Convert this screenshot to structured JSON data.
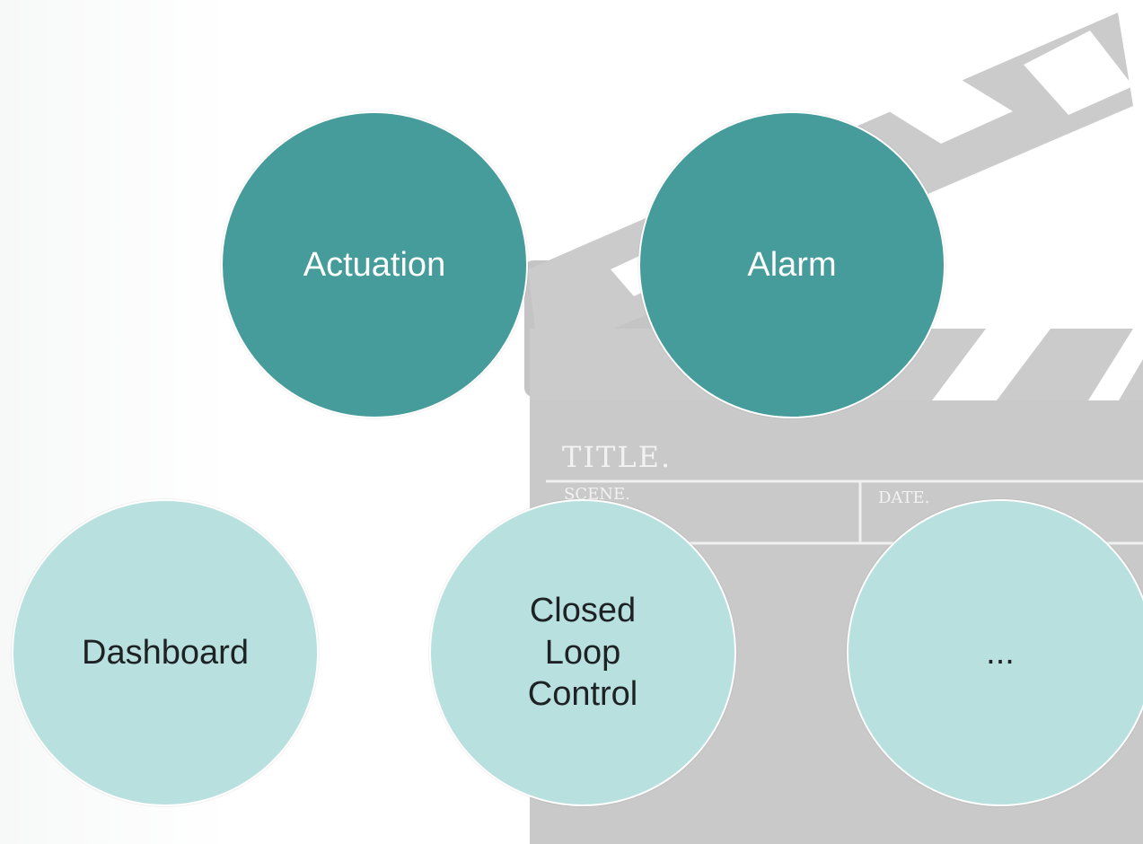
{
  "clapperboard": {
    "title_label": "TITLE.",
    "scene_label": "SCENE.",
    "date_label": "DATE."
  },
  "circles": [
    {
      "label": "Actuation",
      "shade": "dark"
    },
    {
      "label": "Alarm",
      "shade": "dark"
    },
    {
      "label": "Dashboard",
      "shade": "light"
    },
    {
      "label": "Closed Loop Control",
      "shade": "light"
    },
    {
      "label": "...",
      "shade": "light"
    }
  ],
  "colors": {
    "dark_circle": "#459c9b",
    "light_circle": "#b8e0df",
    "dark_text": "#ffffff",
    "light_text": "#1e2224",
    "clapperboard": "#c9c9c9"
  }
}
